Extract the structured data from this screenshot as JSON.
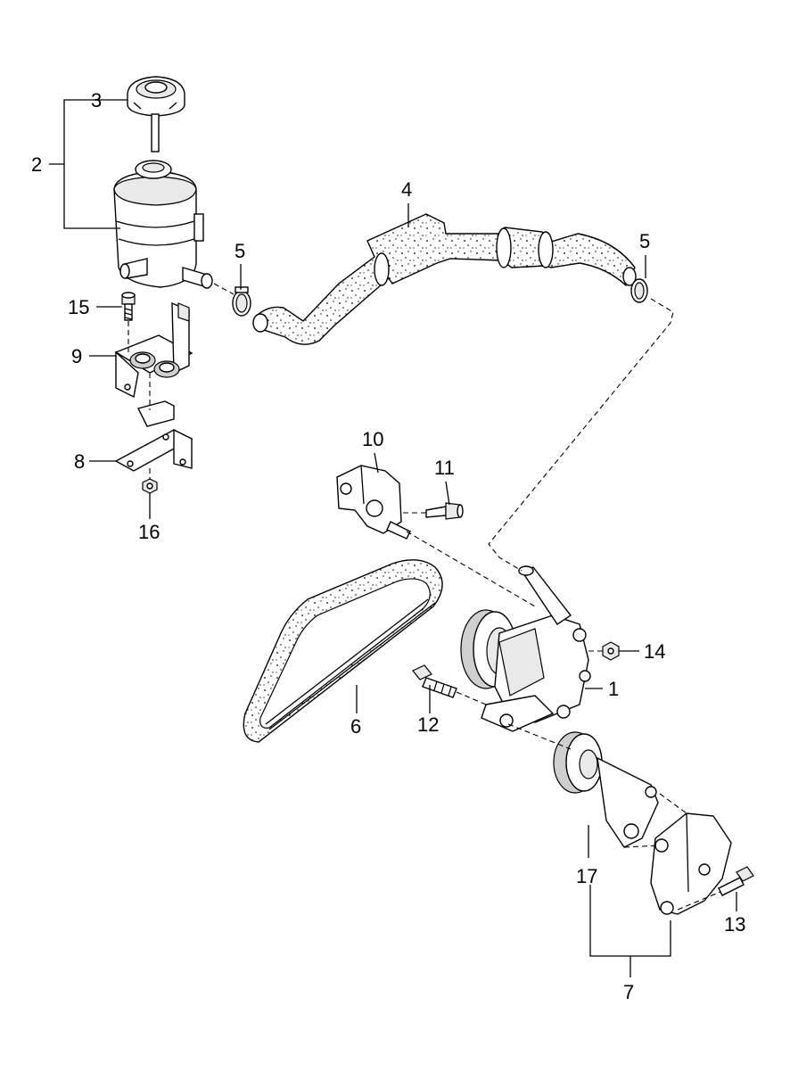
{
  "diagram": {
    "callouts": {
      "c1": "1",
      "c2": "2",
      "c3": "3",
      "c4": "4",
      "c5a": "5",
      "c5b": "5",
      "c6": "6",
      "c7": "7",
      "c8": "8",
      "c9": "9",
      "c10": "10",
      "c11": "11",
      "c12": "12",
      "c13": "13",
      "c14": "14",
      "c15": "15",
      "c16": "16",
      "c17": "17"
    }
  }
}
